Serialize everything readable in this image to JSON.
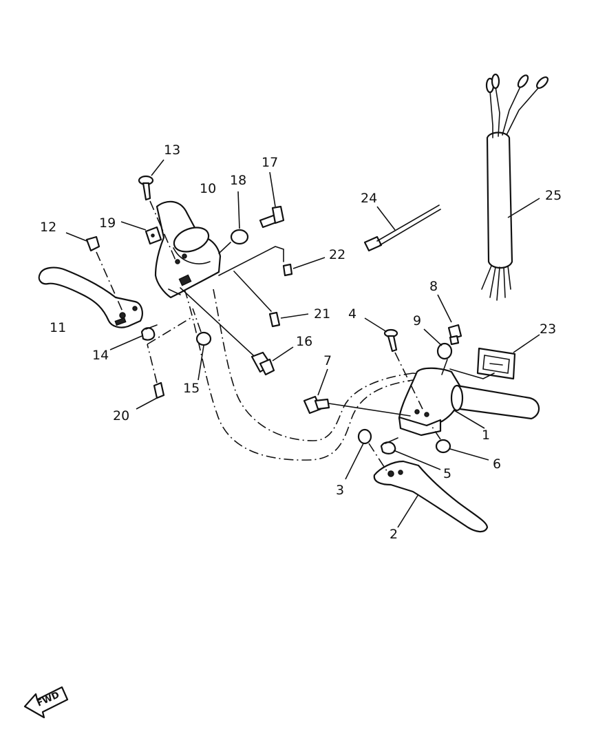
{
  "callouts": {
    "n1": "1",
    "n2": "2",
    "n3": "3",
    "n4": "4",
    "n5": "5",
    "n6": "6",
    "n7": "7",
    "n8": "8",
    "n9": "9",
    "n10": "10",
    "n11": "11",
    "n12": "12",
    "n13": "13",
    "n14": "14",
    "n15": "15",
    "n16": "16",
    "n17": "17",
    "n18": "18",
    "n19": "19",
    "n20": "20",
    "n21": "21",
    "n22": "22",
    "n23": "23",
    "n24": "24",
    "n25": "25"
  },
  "fwd_badge": "FWD"
}
